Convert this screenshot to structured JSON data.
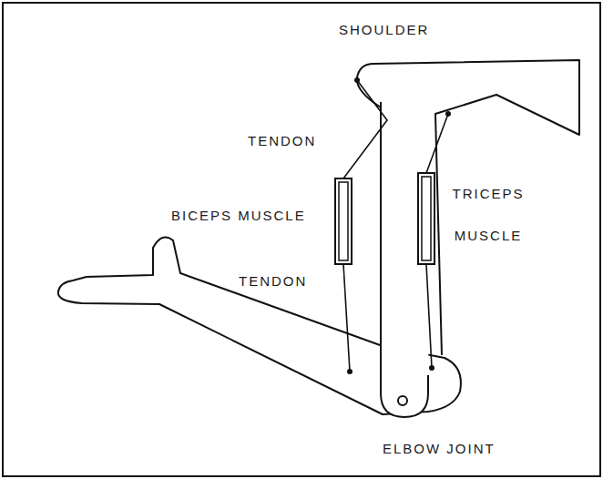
{
  "diagram": {
    "labels": [
      "SHOULDER",
      "TENDON",
      "BICEPS MUSCLE",
      "TRICEPS MUSCLE",
      "TENDON",
      "ELBOW JOINT"
    ]
  }
}
